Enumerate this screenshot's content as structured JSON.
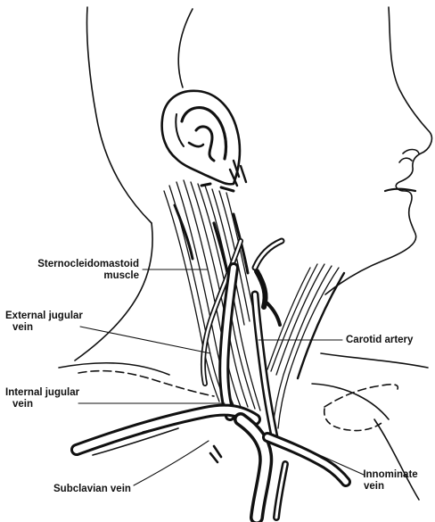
{
  "labels": {
    "scm_line1": "Sternocleidomastoid",
    "scm_line2": "muscle",
    "ext_jug_line1": "External jugular",
    "ext_jug_line2": "vein",
    "carotid": "Carotid artery",
    "int_jug_line1": "Internal jugular",
    "int_jug_line2": "vein",
    "subclavian": "Subclavian vein",
    "innominate_line1": "Innominate",
    "innominate_line2": "vein"
  }
}
